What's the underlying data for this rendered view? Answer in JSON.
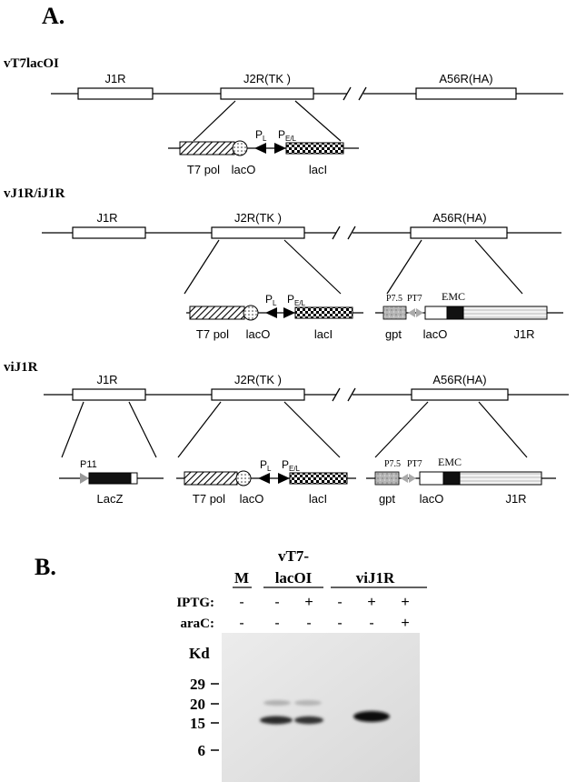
{
  "panel_a": {
    "label": "A.",
    "constructs": [
      {
        "name": "vT7lacOI",
        "genes": [
          "J1R",
          "J2R(TK )",
          "A56R(HA)"
        ],
        "insert_tk": {
          "labels": [
            "T7 pol",
            "lacO",
            "lacI"
          ],
          "promoters": [
            "P",
            "L",
            "P",
            "E/L"
          ]
        }
      },
      {
        "name": "vJ1R/iJ1R",
        "genes": [
          "J1R",
          "J2R(TK )",
          "A56R(HA)"
        ],
        "insert_tk": {
          "labels": [
            "T7 pol",
            "lacO",
            "lacI"
          ],
          "promoters": [
            "P",
            "L",
            "P",
            "E/L"
          ]
        },
        "insert_ha": {
          "labels": [
            "gpt",
            "lacO",
            "J1R"
          ],
          "top": [
            "P7.5",
            "PT7",
            "EMC"
          ]
        }
      },
      {
        "name": "viJ1R",
        "genes": [
          "J1R",
          "J2R(TK )",
          "A56R(HA)"
        ],
        "insert_j1r": {
          "labels": [
            "LacZ"
          ],
          "top": [
            "P11"
          ]
        },
        "insert_tk": {
          "labels": [
            "T7 pol",
            "lacO",
            "lacI"
          ],
          "promoters": [
            "P",
            "L",
            "P",
            "E/L"
          ]
        },
        "insert_ha": {
          "labels": [
            "gpt",
            "lacO",
            "J1R"
          ],
          "top": [
            "P7.5",
            "PT7",
            "EMC"
          ]
        }
      }
    ]
  },
  "panel_b": {
    "label": "B.",
    "lane_groups": [
      "M",
      "vT7-",
      "lacOI",
      "viJ1R"
    ],
    "rows": [
      {
        "label": "IPTG:",
        "values": [
          "-",
          "-",
          "+",
          "-",
          "+",
          "+"
        ]
      },
      {
        "label": "araC:",
        "values": [
          "-",
          "-",
          "-",
          "-",
          "-",
          "+"
        ]
      }
    ],
    "kd_label": "Kd",
    "markers": [
      "29",
      "20",
      "15",
      "6"
    ]
  }
}
